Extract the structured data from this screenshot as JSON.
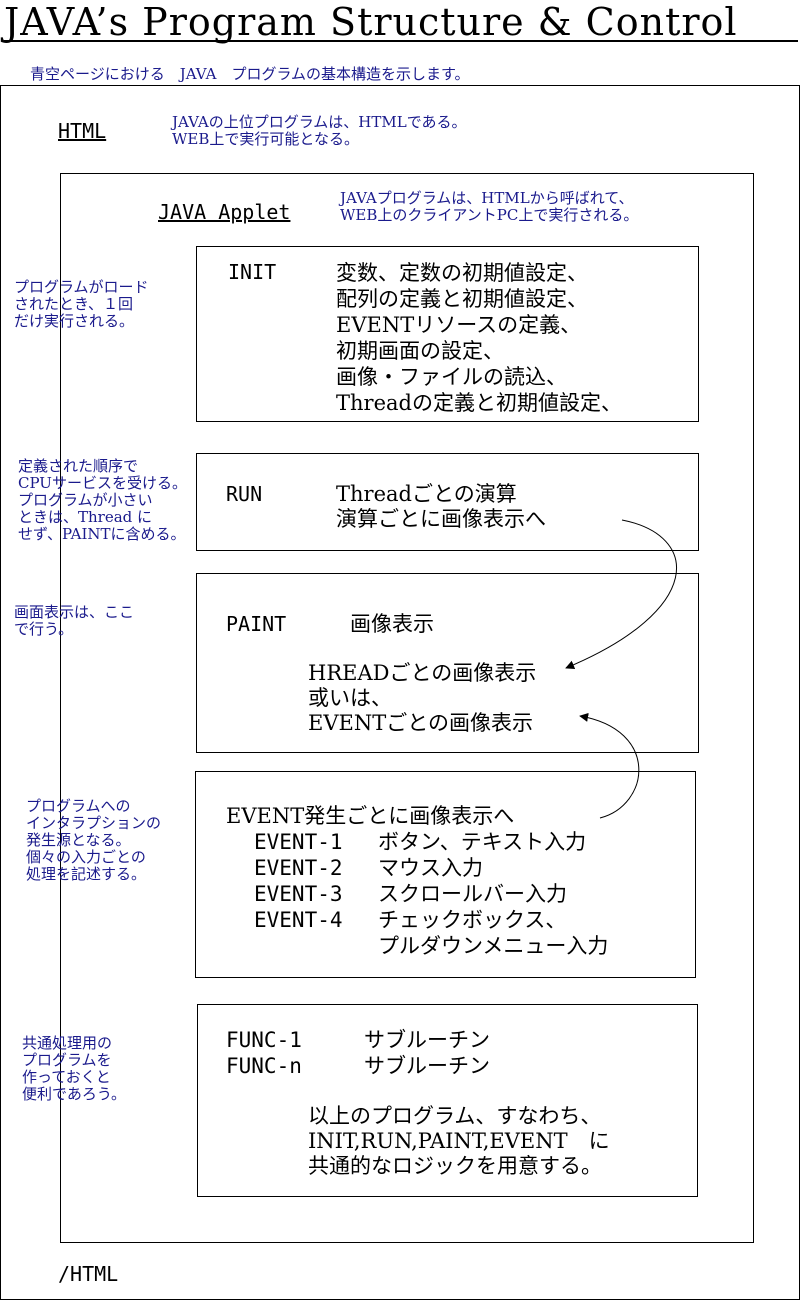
{
  "title": "JAVA’s Program Structure & Control",
  "subtitle": "青空ページにおける　JAVA　プログラムの基本構造を示します。",
  "html": {
    "label": "HTML",
    "note": "JAVAの上位プログラムは、HTMLである。\nWEB上で実行可能となる。",
    "end_label": "/HTML"
  },
  "applet": {
    "label": "JAVA Applet",
    "note": "JAVAプログラムは、HTMLから呼ばれて、\nWEB上のクライアントPC上で実行される。"
  },
  "sections": {
    "init": {
      "side_note": "プログラムがロード\nされたとき、１回\nだけ実行される。",
      "label": "INIT",
      "lines": "変数、定数の初期値設定、\n配列の定義と初期値設定、\nEVENTリソースの定義、\n初期画面の設定、\n画像・ファイルの読込、\nThreadの定義と初期値設定、"
    },
    "run": {
      "side_note": "定義された順序で\nCPUサービスを受ける。\nプログラムが小さい\nときは、Thread に\nせず、PAINTに含める。",
      "label": "RUN",
      "lines": "Threadごとの演算\n演算ごとに画像表示へ"
    },
    "paint": {
      "side_note": "画面表示は、ここ\nで行う。",
      "label": "PAINT",
      "heading": "画像表示",
      "lines": "HREADごとの画像表示\n或いは、\nEVENTごとの画像表示"
    },
    "event": {
      "side_note": "プログラムへの\nインタラプションの\n発生源となる。\n個々の入力ごとの\n処理を記述する。",
      "heading": "EVENT発生ごとに画像表示へ",
      "items": [
        {
          "id": "EVENT-1",
          "desc": "ボタン、テキスト入力"
        },
        {
          "id": "EVENT-2",
          "desc": "マウス入力"
        },
        {
          "id": "EVENT-3",
          "desc": "スクロールバー入力"
        },
        {
          "id": "EVENT-4",
          "desc": "チェックボックス、"
        }
      ],
      "item4_cont": "プルダウンメニュー入力"
    },
    "func": {
      "side_note": "共通処理用の\nプログラムを\n作っておくと\n便利であろう。",
      "items": [
        {
          "id": "FUNC-1",
          "desc": "サブルーチン"
        },
        {
          "id": "FUNC-n",
          "desc": "サブルーチン"
        }
      ],
      "lines": "以上のプログラム、すなわち、\nINIT,RUN,PAINT,EVENT　に\n共通的なロジックを用意する。"
    }
  }
}
